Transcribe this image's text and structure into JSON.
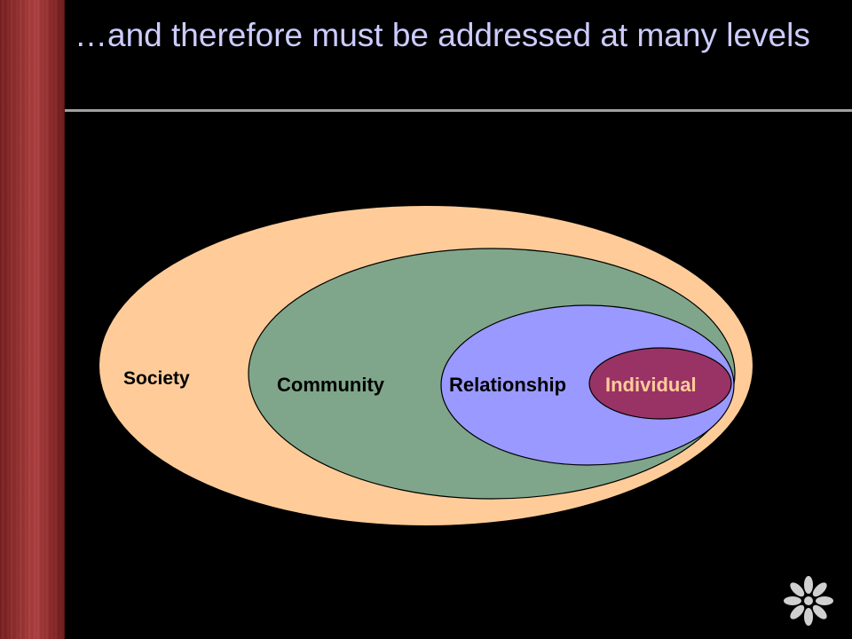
{
  "slide": {
    "title": "…and therefore must be addressed at many levels"
  },
  "diagram": {
    "levels": [
      {
        "label": "Society",
        "fill": "#ffcc99"
      },
      {
        "label": "Community",
        "fill": "#7fa68a"
      },
      {
        "label": "Relationship",
        "fill": "#9999ff"
      },
      {
        "label": "Individual",
        "fill": "#993366"
      }
    ],
    "label_color": "#000000",
    "individual_label_color": "#ffcc99"
  },
  "decor": {
    "left_bar_color": "#9e3434",
    "logo_icon": "flower-logo-icon"
  }
}
